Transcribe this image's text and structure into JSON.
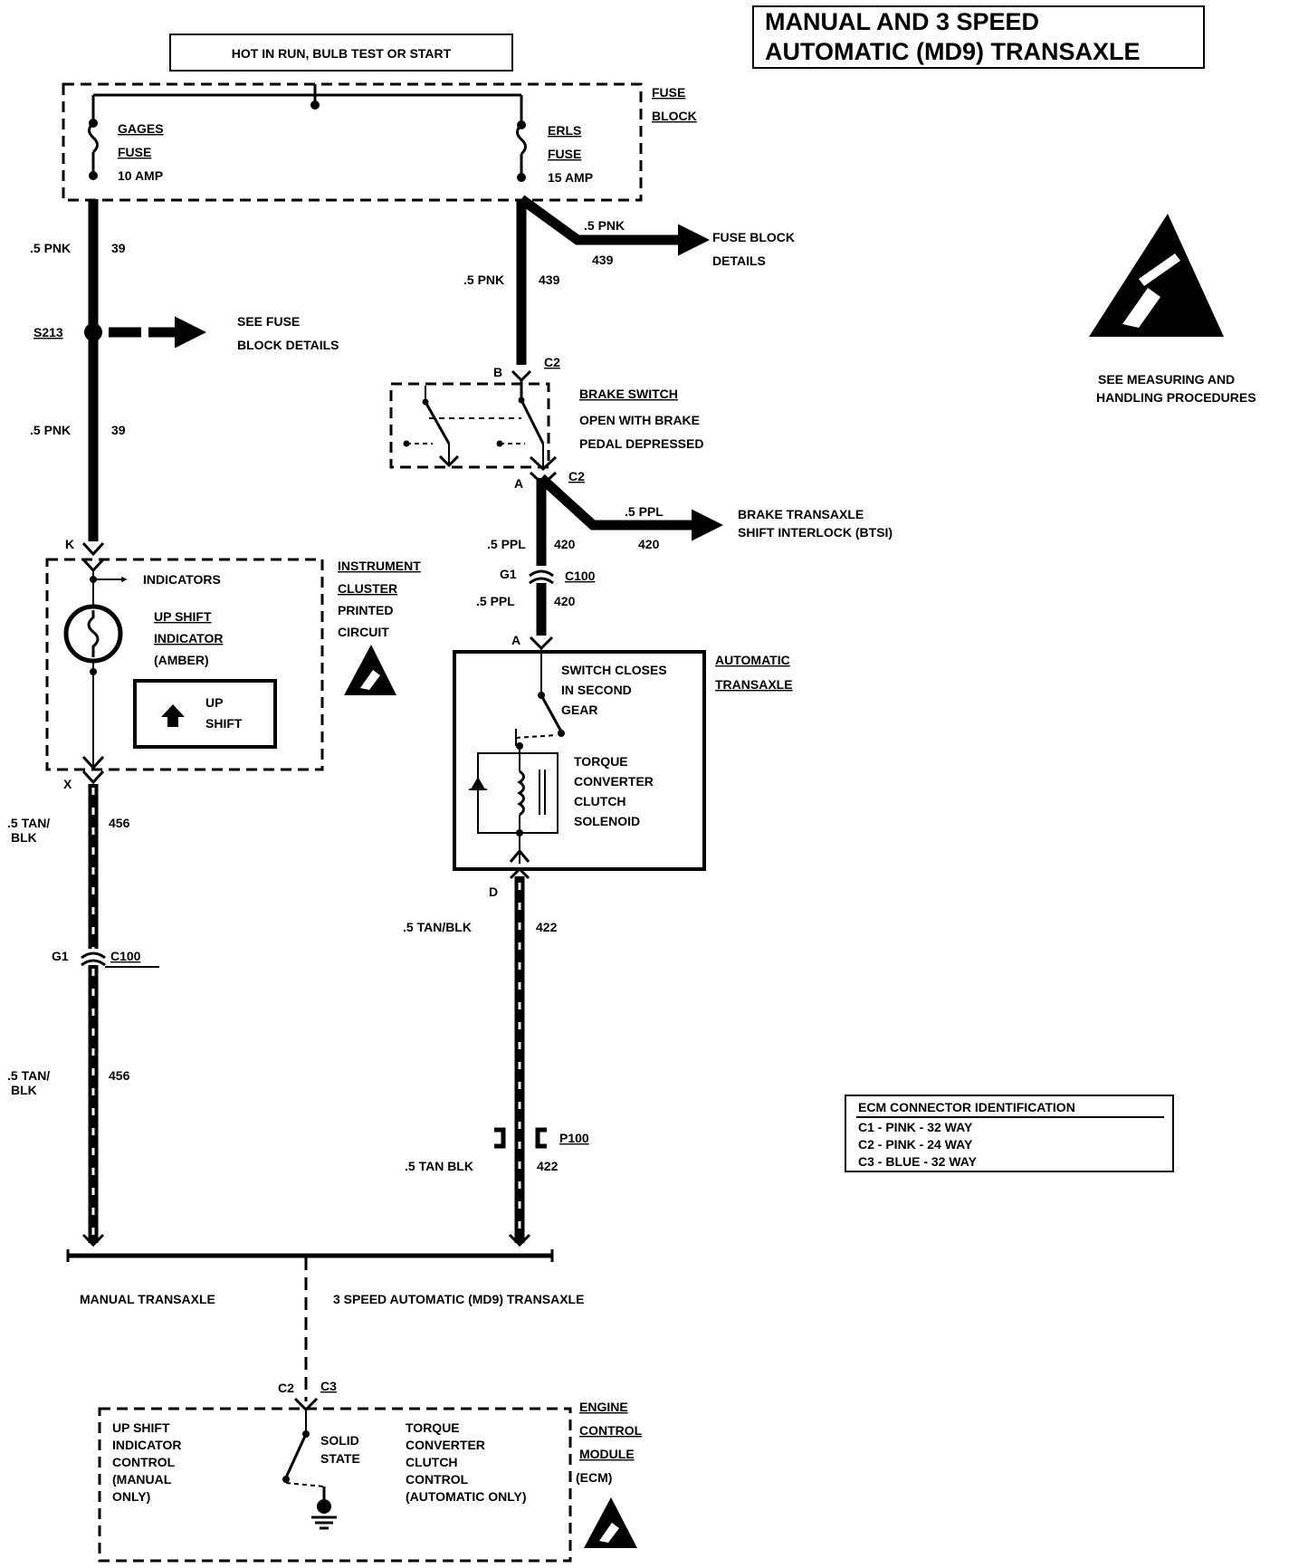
{
  "title": {
    "line1": "MANUAL AND 3 SPEED",
    "line2": "AUTOMATIC (MD9) TRANSAXLE"
  },
  "power_source": "HOT IN RUN, BULB TEST OR START",
  "fuse_block": {
    "label_line1": "FUSE",
    "label_line2": "BLOCK",
    "gages_fuse": {
      "name": "GAGES",
      "type": "FUSE",
      "rating": "10 AMP"
    },
    "erls_fuse": {
      "name": "ERLS",
      "type": "FUSE",
      "rating": "15 AMP"
    }
  },
  "wires": {
    "pnk39_top": {
      "gauge": ".5 PNK",
      "circuit": "39"
    },
    "pnk39_mid": {
      "gauge": ".5 PNK",
      "circuit": "39"
    },
    "pnk439_main": {
      "gauge": ".5 PNK",
      "circuit": "439"
    },
    "pnk439_branch": {
      "gauge": ".5 PNK",
      "circuit": "439"
    },
    "ppl420_branch": {
      "gauge": ".5 PPL",
      "circuit": "420"
    },
    "ppl420_upper": {
      "gauge": ".5 PPL",
      "circuit": "420"
    },
    "ppl420_lower": {
      "gauge": ".5 PPL",
      "circuit": "420"
    },
    "tan456_upper": {
      "gauge_line1": ".5 TAN/",
      "gauge_line2": "BLK",
      "circuit": "456"
    },
    "tan456_lower": {
      "gauge_line1": ".5 TAN/",
      "gauge_line2": "BLK",
      "circuit": "456"
    },
    "tan422_upper": {
      "gauge": ".5 TAN/BLK",
      "circuit": "422"
    },
    "tan422_lower": {
      "gauge": ".5 TAN BLK",
      "circuit": "422"
    }
  },
  "fuse_block_details_right": {
    "line1": "FUSE BLOCK",
    "line2": "DETAILS"
  },
  "splice": {
    "id": "S213",
    "see_line1": "SEE FUSE",
    "see_line2": "BLOCK DETAILS"
  },
  "esd_note": {
    "line1": "SEE MEASURING AND",
    "line2": "HANDLING PROCEDURES"
  },
  "brake_switch": {
    "title": "BRAKE SWITCH",
    "line1": "OPEN WITH BRAKE",
    "line2": "PEDAL DEPRESSED",
    "pin_top": "B",
    "conn_top": "C2",
    "pin_bottom": "A",
    "conn_bottom": "C2"
  },
  "btsi": {
    "line1": "BRAKE TRANSAXLE",
    "line2": "SHIFT INTERLOCK (BTSI)"
  },
  "connectors": {
    "g1_right": "G1",
    "c100_right": "C100",
    "g1_left": "G1",
    "c100_left": "C100",
    "p100": "P100",
    "pin_k": "K",
    "pin_x": "X",
    "pin_a_auto": "A",
    "pin_d_auto": "D",
    "ecm_c2": "C2",
    "ecm_c3": "C3"
  },
  "instrument_cluster": {
    "title_line1": "INSTRUMENT",
    "title_line2": "CLUSTER",
    "line3": "PRINTED",
    "line4": "CIRCUIT",
    "indicators": "INDICATORS",
    "upshift_line1": "UP SHIFT",
    "upshift_line2": "INDICATOR",
    "upshift_line3": "(AMBER)",
    "lamp_line1": "UP",
    "lamp_line2": "SHIFT"
  },
  "automatic_transaxle": {
    "title_line1": "AUTOMATIC",
    "title_line2": "TRANSAXLE",
    "switch_line1": "SWITCH CLOSES",
    "switch_line2": "IN SECOND",
    "switch_line3": "GEAR",
    "sol_line1": "TORQUE",
    "sol_line2": "CONVERTER",
    "sol_line3": "CLUTCH",
    "sol_line4": "SOLENOID"
  },
  "ecm_connector_id": {
    "header": "ECM CONNECTOR IDENTIFICATION",
    "rows": [
      "C1 - PINK - 32 WAY",
      "C2 - PINK - 24 WAY",
      "C3 - BLUE - 32 WAY"
    ]
  },
  "transaxle_split": {
    "left": "MANUAL TRANSAXLE",
    "right": "3 SPEED AUTOMATIC (MD9) TRANSAXLE"
  },
  "ecm": {
    "title_line1": "ENGINE",
    "title_line2": "CONTROL",
    "title_line3": "MODULE",
    "title_line4": "(ECM)",
    "left_line1": "UP SHIFT",
    "left_line2": "INDICATOR",
    "left_line3": "CONTROL",
    "left_line4": "(MANUAL",
    "left_line5": "ONLY)",
    "mid_line1": "SOLID",
    "mid_line2": "STATE",
    "right_line1": "TORQUE",
    "right_line2": "CONVERTER",
    "right_line3": "CLUTCH",
    "right_line4": "CONTROL",
    "right_line5": "(AUTOMATIC  ONLY)"
  }
}
